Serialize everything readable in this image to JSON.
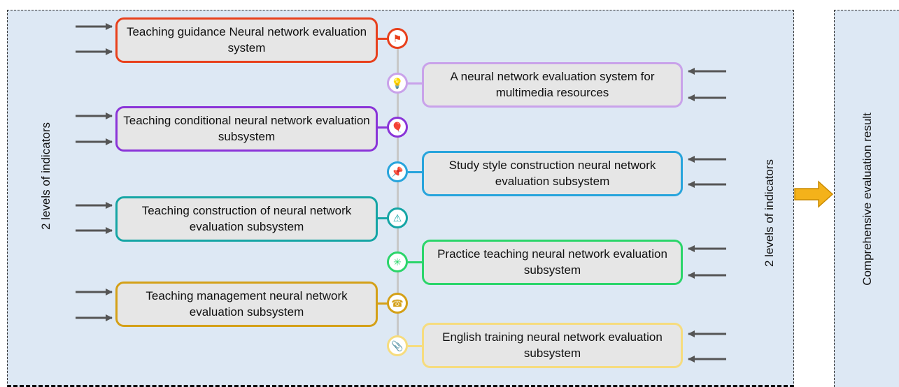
{
  "left_axis_label": "2 levels of indicators",
  "right_axis_label": "2 levels of indicators",
  "result_label": "Comprehensive evaluation result",
  "subsystems": [
    {
      "text": "Teaching guidance Neural network evaluation system",
      "color": "#e8401c",
      "icon": "flag-icon",
      "glyph": "⚑"
    },
    {
      "text": "A neural network evaluation system for multimedia resources",
      "color": "#c9a2ea",
      "icon": "lightbulb-icon",
      "glyph": "💡"
    },
    {
      "text": "Teaching conditional neural network evaluation subsystem",
      "color": "#8a34d8",
      "icon": "balloons-icon",
      "glyph": "🎈"
    },
    {
      "text": "Study style construction neural network evaluation subsystem",
      "color": "#27a4dc",
      "icon": "pushpin-icon",
      "glyph": "📌"
    },
    {
      "text": "Teaching construction of neural network evaluation subsystem",
      "color": "#15a5a5",
      "icon": "warning-icon",
      "glyph": "⚠"
    },
    {
      "text": "Practice teaching neural network evaluation subsystem",
      "color": "#2bd56a",
      "icon": "network-icon",
      "glyph": "✳"
    },
    {
      "text": "Teaching management neural network evaluation subsystem",
      "color": "#d4a017",
      "icon": "phone-icon",
      "glyph": "☎"
    },
    {
      "text": "English training neural network evaluation subsystem",
      "color": "#f6dc7e",
      "icon": "paperclip-icon",
      "glyph": "📎"
    }
  ]
}
